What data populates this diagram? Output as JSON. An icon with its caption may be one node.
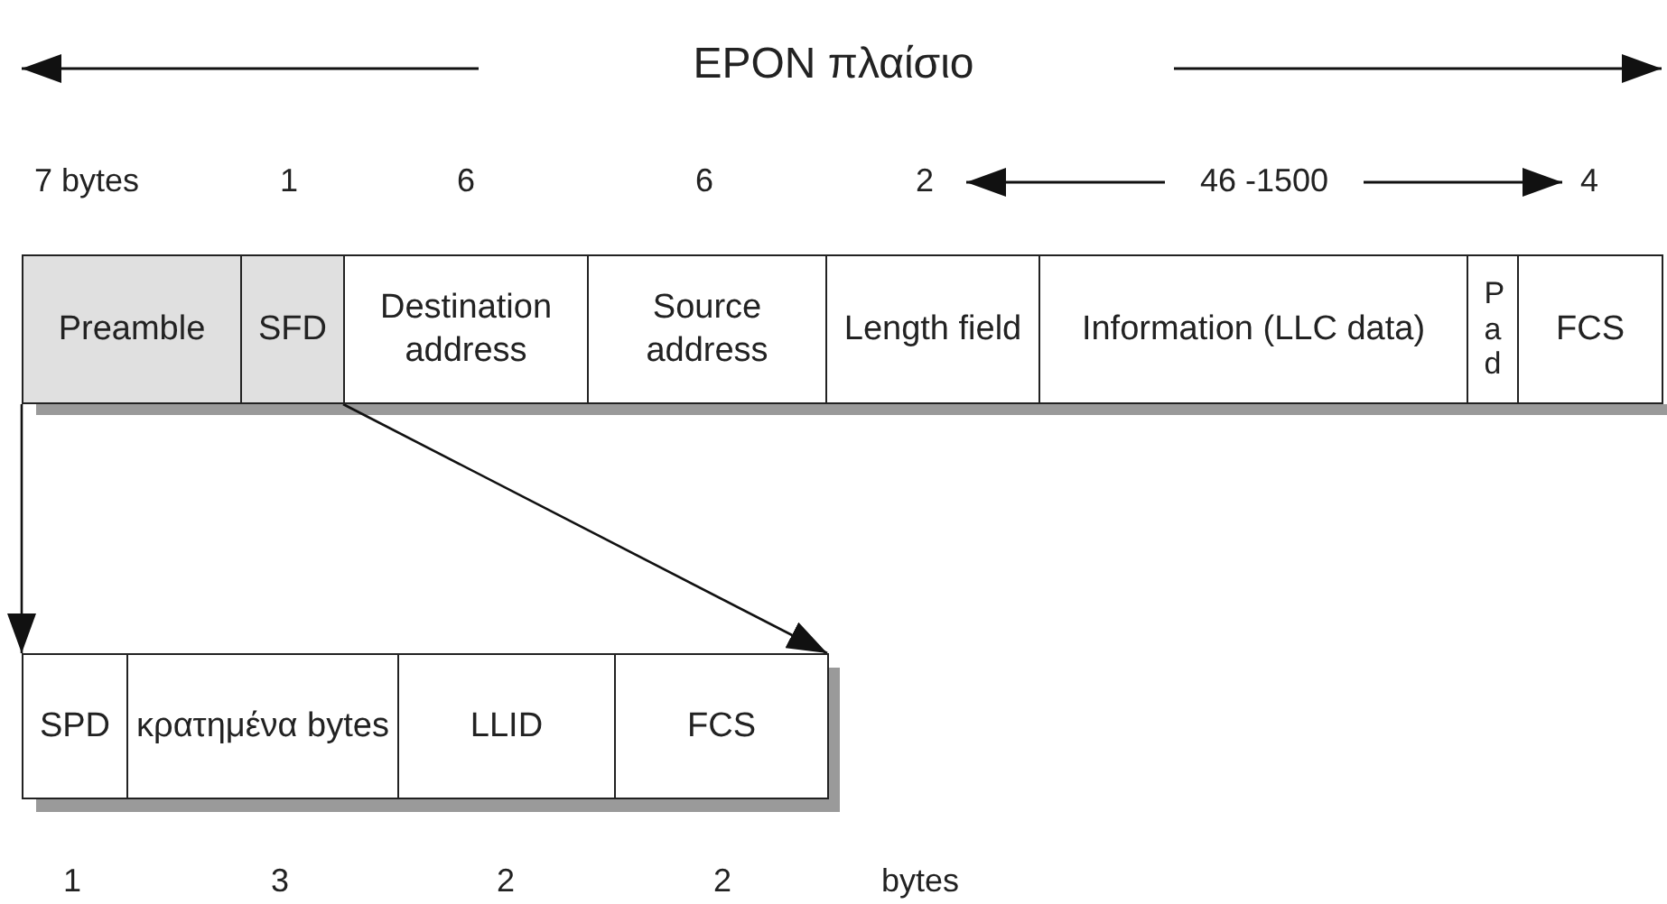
{
  "diagram": {
    "title": "EPON πλαίσιο",
    "nodes": [
      {
        "text": [
          "Preamble"
        ],
        "beside": [
          "7 bytes"
        ]
      },
      {
        "text": [
          "SFD"
        ],
        "beside": [
          "1"
        ]
      },
      {
        "text": [
          "Destination address"
        ],
        "beside": [
          "6"
        ]
      },
      {
        "text": [
          "Source address"
        ],
        "beside": [
          "6"
        ]
      },
      {
        "text": [
          "Length field"
        ],
        "beside": [
          "2"
        ]
      },
      {
        "text": [
          "Information (LLC data)"
        ],
        "beside": [
          "46 -1500"
        ]
      },
      {
        "text": [
          "Pad"
        ]
      },
      {
        "text": [
          "FCS"
        ],
        "beside": [
          "4"
        ]
      },
      {
        "text": [
          "SPD"
        ],
        "beside": [
          "1"
        ]
      },
      {
        "text": [
          "κρατημένα bytes"
        ],
        "beside": [
          "3"
        ]
      },
      {
        "text": [
          "LLID"
        ],
        "beside": [
          "2"
        ]
      },
      {
        "text": [
          "FCS"
        ],
        "beside": [
          "2"
        ]
      }
    ],
    "edges": [
      {
        "from": 0,
        "to": 8,
        "arrow": "to"
      },
      {
        "from": 1,
        "to": 11,
        "arrow": "to"
      }
    ],
    "labels": [
      "bytes"
    ]
  }
}
